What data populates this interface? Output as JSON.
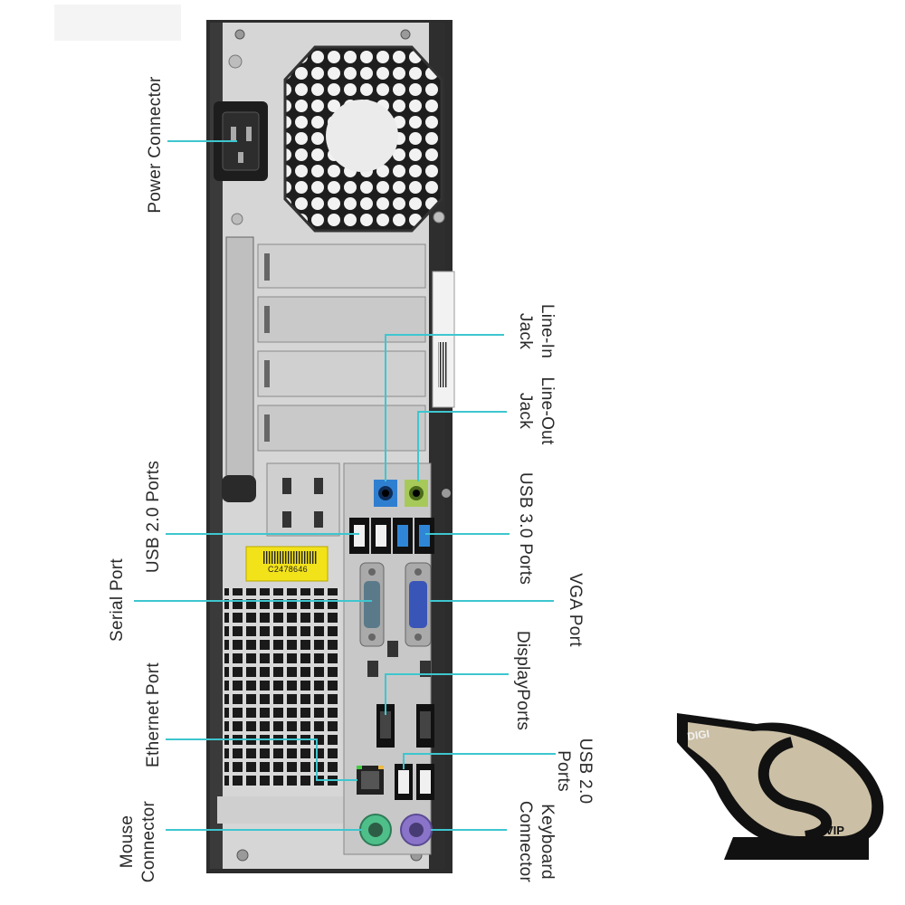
{
  "labels": {
    "power_connector": "Power Connector",
    "usb2_ports_left": "USB 2.0 Ports",
    "serial_port": "Serial Port",
    "ethernet_port": "Ethernet Port",
    "mouse_connector": [
      "Mouse",
      "Connector"
    ],
    "line_in_jack": [
      "Line-In",
      "Jack"
    ],
    "line_out_jack": [
      "Line-Out",
      "Jack"
    ],
    "usb3_ports": "USB 3.0 Ports",
    "vga_port": "VGA Port",
    "displayports": "DisplayPorts",
    "usb2_ports_right": [
      "USB 2.0",
      "Ports"
    ],
    "keyboard_connector": [
      "Keyboard",
      "Connector"
    ]
  },
  "sticker_text": "C2478646",
  "logo": {
    "top_text": "DIGI",
    "bottom_text": "VIP"
  },
  "colors": {
    "callout": "#3ec6cf",
    "chassis": "#2c2c2c",
    "panel": "#d9d9d9",
    "sticker": "#f2e21a",
    "line_in": "#2f7fd1",
    "line_out": "#a7c95a",
    "usb3": "#2f86d6",
    "vga": "#3a55b8",
    "mouse": "#4fbf8a",
    "keyboard": "#8a74c9"
  }
}
